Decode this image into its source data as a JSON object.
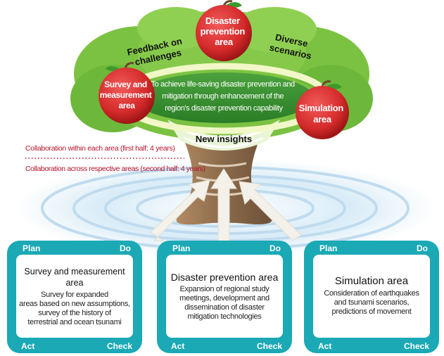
{
  "tree": {
    "center_goal": [
      "To achieve life-saving disaster prevention and",
      "mitigation through enhancement of the",
      "region's disaster prevention capability"
    ],
    "apple_top": [
      "Disaster",
      "prevention",
      "area"
    ],
    "apple_left": [
      "Survey and",
      "measurement",
      "area"
    ],
    "apple_right": [
      "Simulation",
      "area"
    ],
    "feedback": [
      "Feedback on",
      "challenges"
    ],
    "diverse": [
      "Diverse",
      "scenarios"
    ],
    "new_insights": "New insights"
  },
  "collaboration": {
    "first_half": "Collaboration within each area (first half: 4 years)",
    "second_half": "Collaboration across respective areas (second half: 4 years)"
  },
  "cycle_labels": {
    "plan": "Plan",
    "do": "Do",
    "act": "Act",
    "check": "Check"
  },
  "cycles": [
    {
      "title": "Survey and measurement area",
      "desc": [
        "Survey for expanded",
        "areas based on new assumptions,",
        "survey of the history of",
        "terrestrial and ocean tsunami"
      ]
    },
    {
      "title": "Disaster prevention area",
      "desc": [
        "Expansion of regional study",
        "meetings, development and",
        "dissemination of disaster",
        "mitigation technologies"
      ]
    },
    {
      "title": "Simulation area",
      "desc": [
        "Consideration of earthquakes",
        "and tsunami scenarios,",
        "predictions of movement"
      ]
    }
  ],
  "colors": {
    "teal": "#1aa9b5",
    "apple_red": "#d42a2a",
    "leaf_green": "#7cc242",
    "dark_green": "#2f8a2a",
    "collab_red": "#b5142b",
    "trunk": "#8a6a4a"
  }
}
